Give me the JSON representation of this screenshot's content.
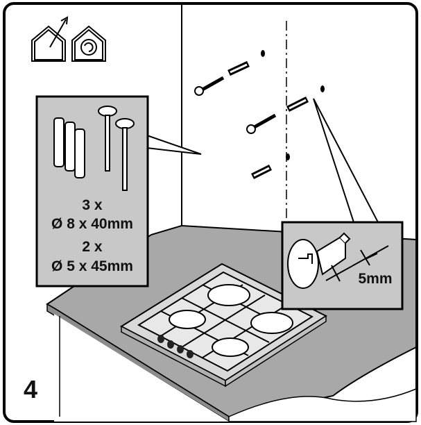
{
  "step": {
    "number": "4"
  },
  "icons": [
    {
      "name": "house-extraction-icon"
    },
    {
      "name": "house-recirculation-icon"
    }
  ],
  "parts_box": {
    "line1": "3 x",
    "line2": "Ø 8 x 40mm",
    "line3": "2 x",
    "line4": "Ø 5 x 45mm"
  },
  "detail_box": {
    "gap_label": "5mm"
  },
  "colors": {
    "outline": "#000000",
    "panel_grey": "#c8c8c8",
    "countertop": "#a8a8a8",
    "countertop_edge": "#8c8c8c",
    "cabinet_front": "#cfcfcf",
    "hob": "#d9d9d9"
  }
}
